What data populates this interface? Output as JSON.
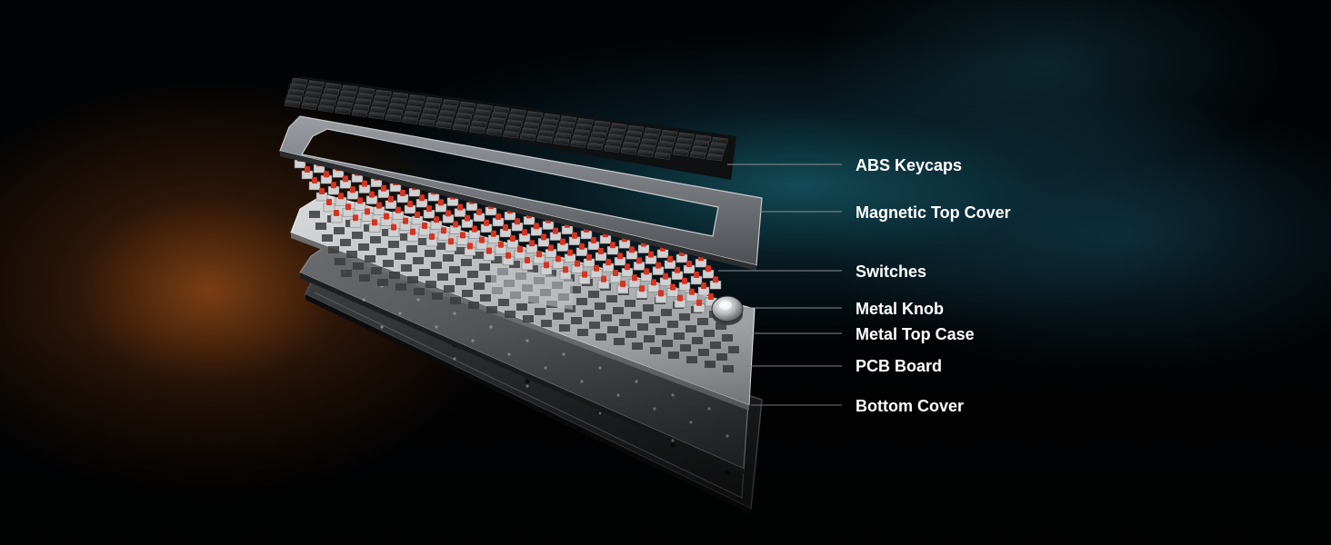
{
  "labels": {
    "abs_keycaps": "ABS Keycaps",
    "magnetic_top_cover": "Magnetic Top Cover",
    "switches": "Switches",
    "metal_knob": "Metal Knob",
    "metal_top_case": "Metal Top Case",
    "pcb_board": "PCB Board",
    "bottom_cover": "Bottom Cover"
  },
  "colors": {
    "switch_stem": "#d8331f",
    "label_text": "#ffffff",
    "leader_line": "#8a8f94"
  }
}
